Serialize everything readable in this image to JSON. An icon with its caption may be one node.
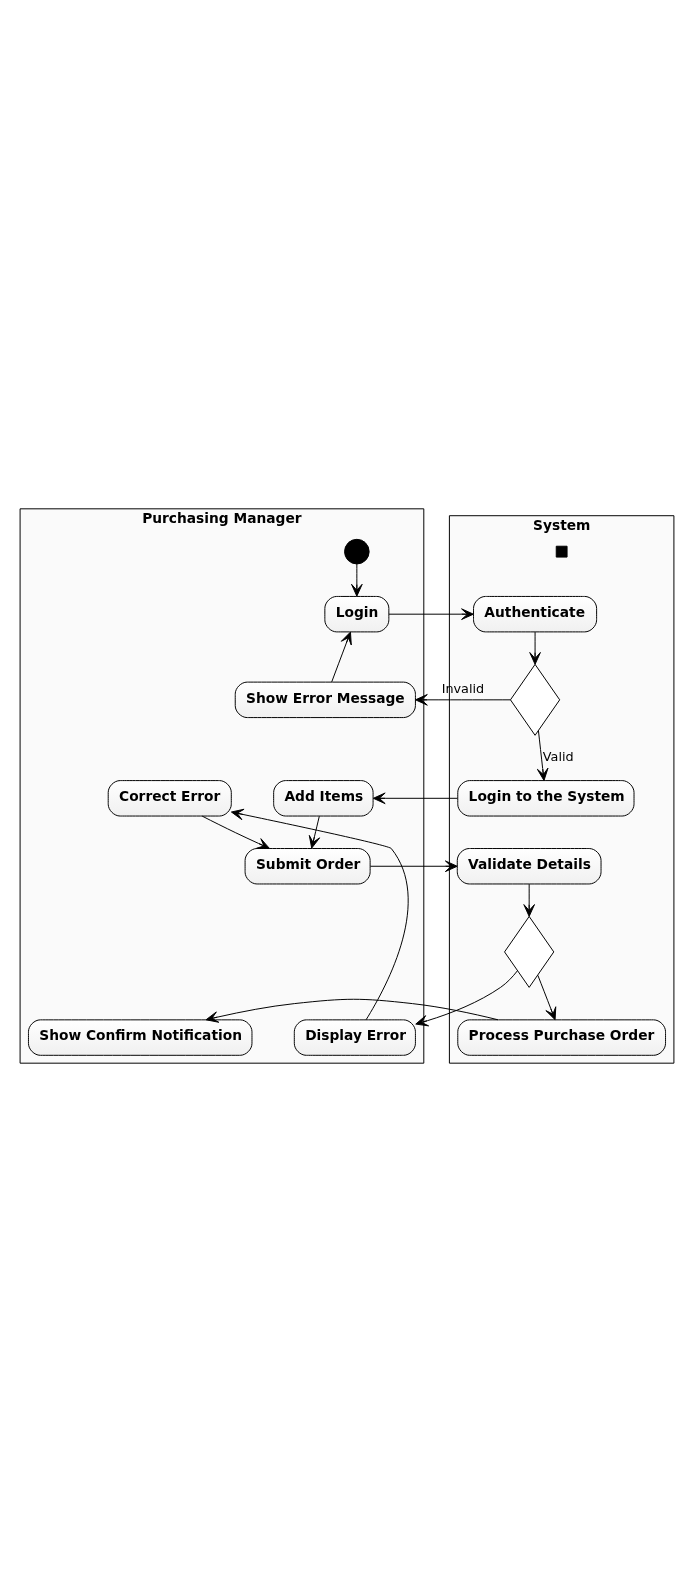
{
  "diagram": {
    "nodes": [
      {
        "text": [
          "System"
        ]
      },
      {
        "text": [
          "Purchasing Manager"
        ]
      },
      {
        "text": [],
        "shape": "circle",
        "in": 1
      },
      {
        "text": [
          "Login"
        ],
        "in": 1
      },
      {
        "text": [
          "Authenticate"
        ],
        "in": 0
      },
      {
        "text": [],
        "shape": "diamond",
        "in": 0
      },
      {
        "text": [
          "Show Error Message"
        ],
        "in": 1
      },
      {
        "text": [
          "Login to the System"
        ],
        "in": 0
      },
      {
        "text": [
          "Add Items"
        ],
        "in": 1
      },
      {
        "text": [
          "Validate Details"
        ],
        "in": 0
      },
      {
        "text": [
          "Submit Order"
        ],
        "in": 1
      },
      {
        "text": [
          "Correct Error"
        ],
        "in": 1
      },
      {
        "text": [],
        "shape": "diamond",
        "in": 0
      },
      {
        "text": [
          "Display Error"
        ],
        "in": 1
      },
      {
        "text": [],
        "shape": "box",
        "in": 0
      },
      {
        "text": [
          "Process Purchase Order"
        ],
        "in": 0
      },
      {
        "text": [
          "Show Confirm Notification"
        ],
        "in": 1
      }
    ],
    "edges": [
      {
        "from": 2,
        "to": 3,
        "arrow": "to"
      },
      {
        "from": 3,
        "to": 4,
        "arrow": "to"
      },
      {
        "from": 4,
        "to": 5,
        "arrow": "to"
      },
      {
        "from": 5,
        "to": 6,
        "label": "Invalid",
        "arrow": "to"
      },
      {
        "from": 6,
        "to": 3,
        "arrow": "to"
      },
      {
        "from": 5,
        "to": 7,
        "label": "Valid",
        "arrow": "to"
      },
      {
        "from": 7,
        "to": 8,
        "arrow": "to"
      },
      {
        "from": 8,
        "to": 10,
        "arrow": "to"
      },
      {
        "from": 10,
        "to": 9,
        "arrow": "to"
      },
      {
        "from": 9,
        "to": 12,
        "arrow": "to"
      },
      {
        "from": 12,
        "to": 13,
        "arrow": "to"
      },
      {
        "from": 13,
        "to": 11,
        "arrow": "to"
      },
      {
        "from": 11,
        "to": 10,
        "arrow": "to"
      },
      {
        "from": 12,
        "to": 15,
        "arrow": "to"
      },
      {
        "from": 15,
        "to": 16,
        "arrow": "to"
      }
    ]
  }
}
